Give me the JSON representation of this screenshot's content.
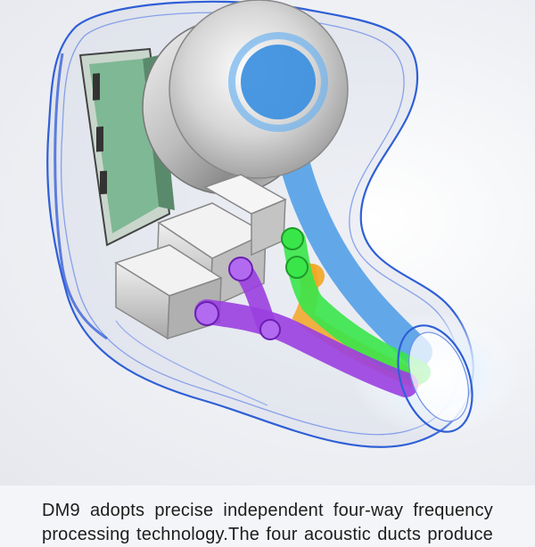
{
  "caption": {
    "line1": "DM9 adopts precise independent four-way frequency",
    "line2": "processing technology.The four acoustic ducts produce"
  },
  "illustration": {
    "subject": "in-ear monitor cutaway with driver and four colored acoustic ducts",
    "colors": {
      "shell_outline": "#2f5fd6",
      "dynamic_driver_duct": "#4a9be6",
      "duct_green": "#39e64a",
      "duct_purple": "#9a3fe0",
      "duct_orange": "#f2a623",
      "pcb": "#78b38a"
    }
  }
}
